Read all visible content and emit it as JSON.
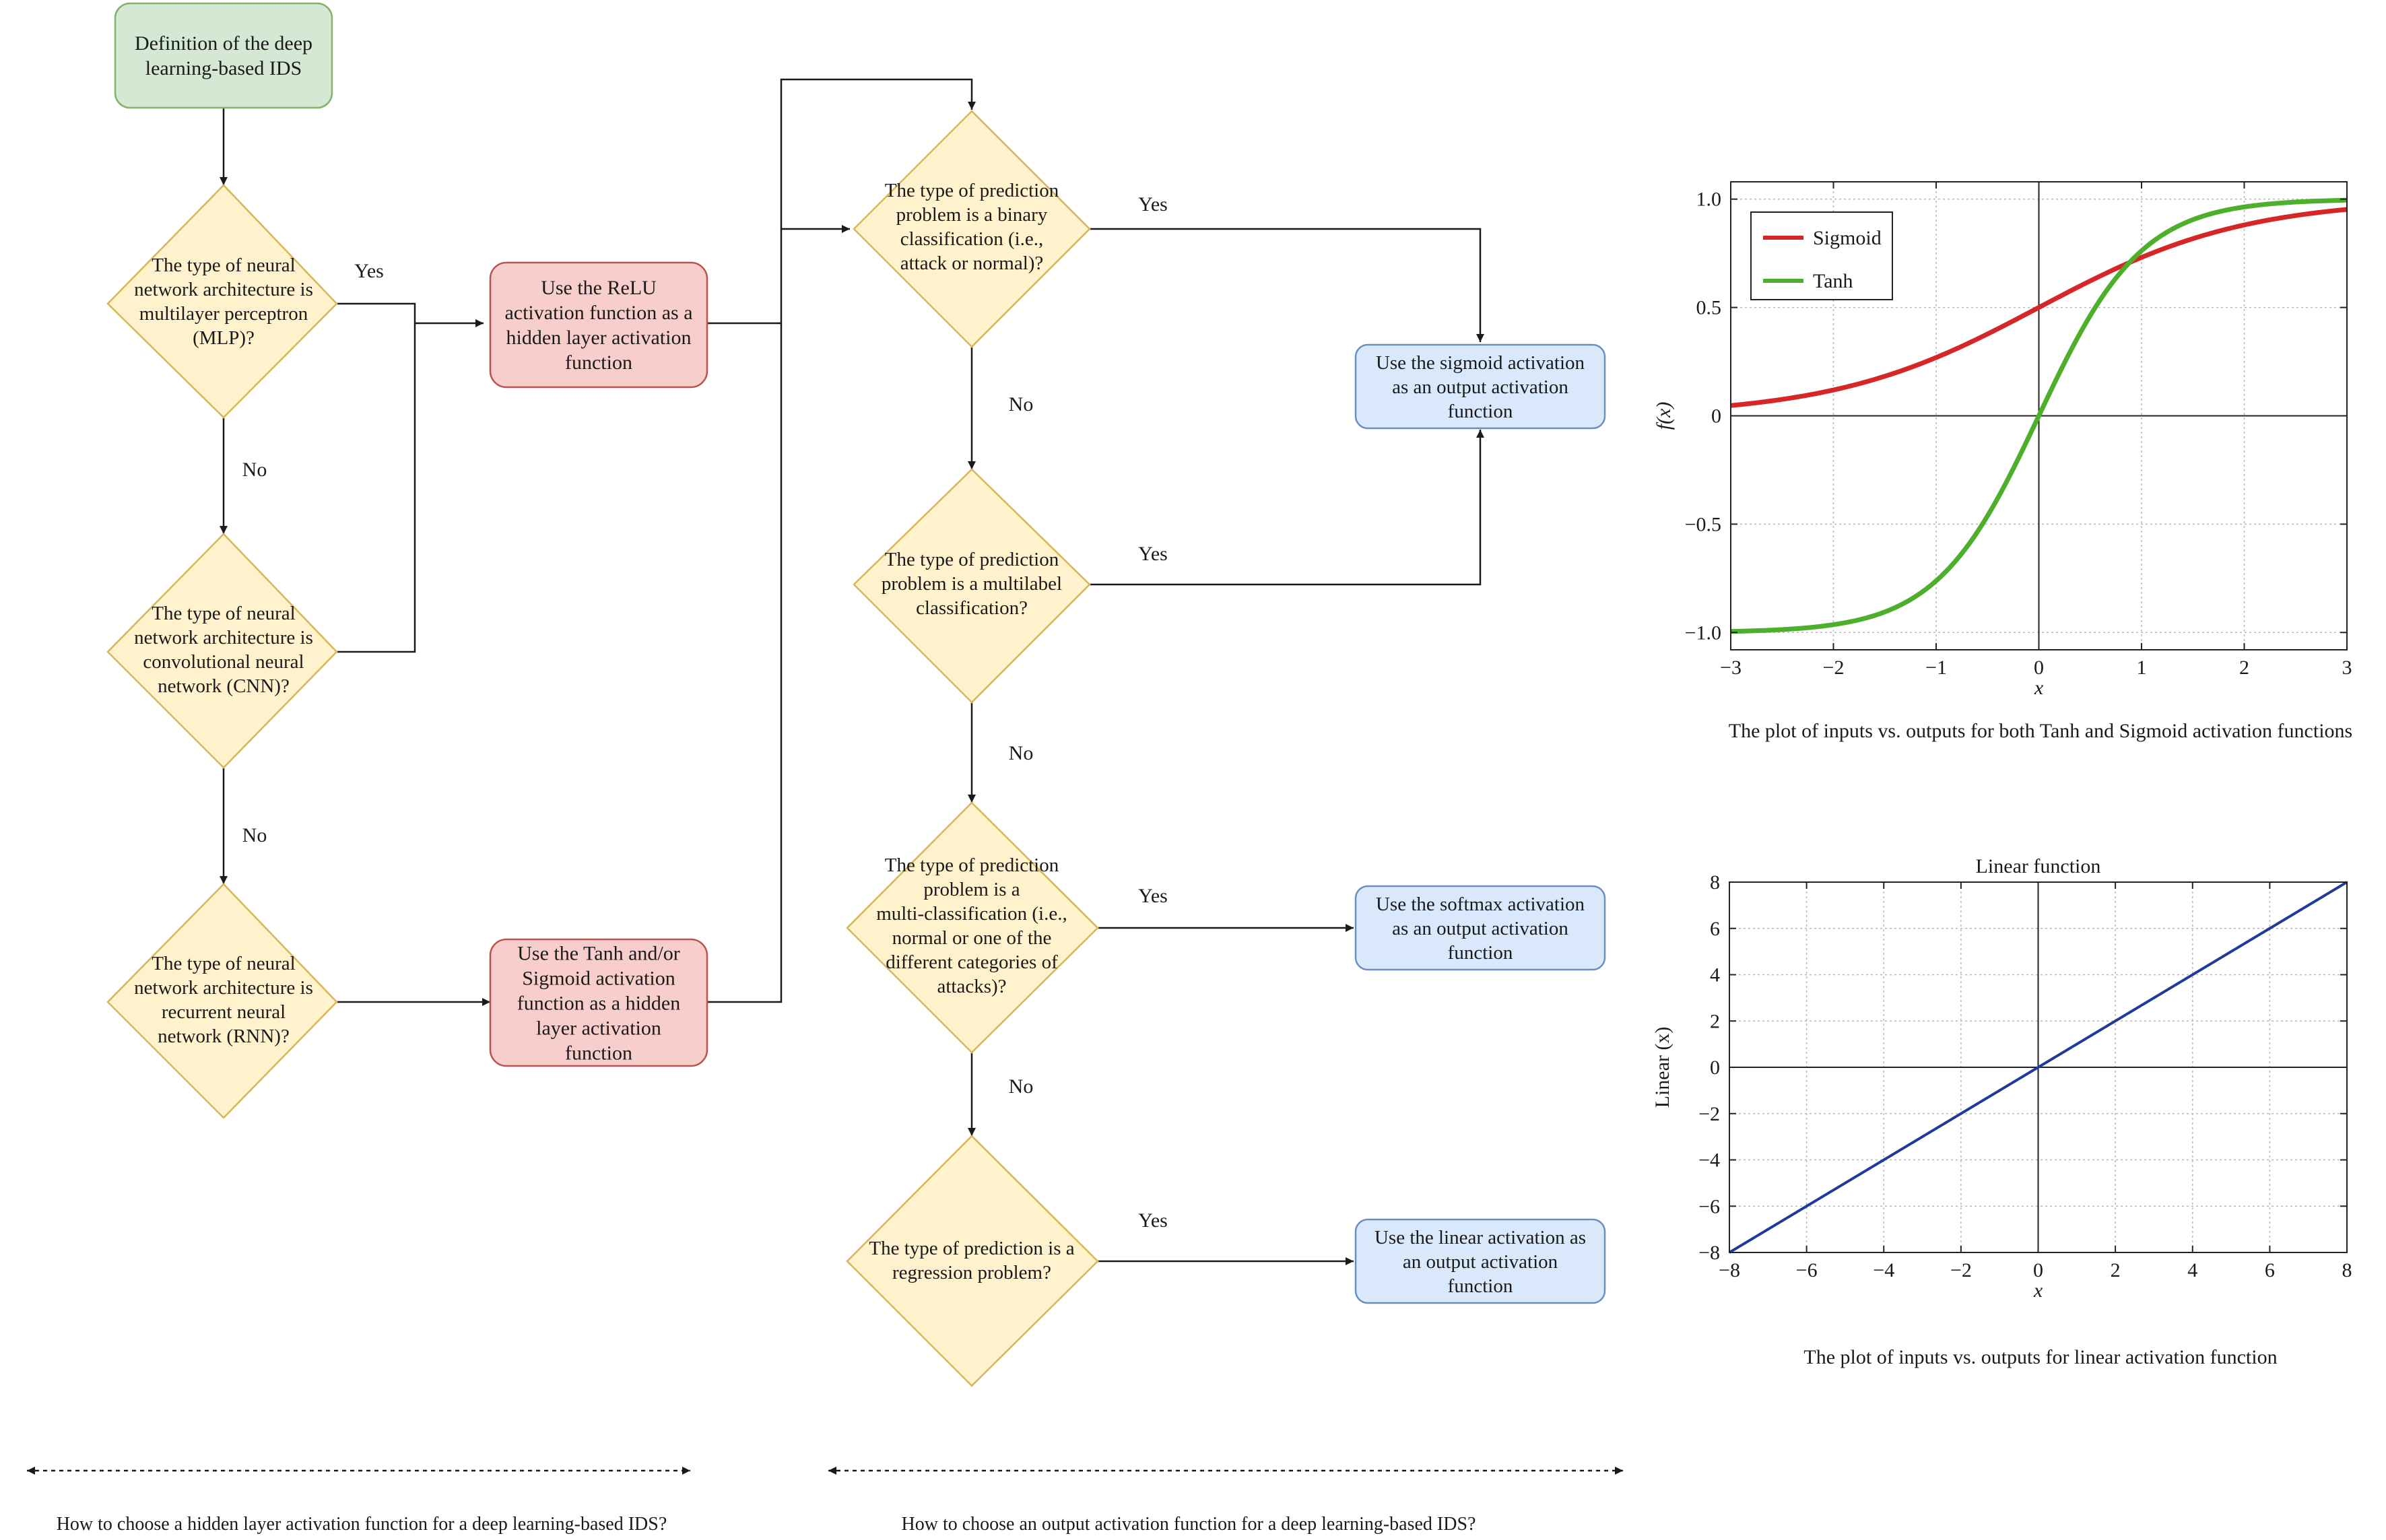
{
  "nodes": {
    "start": "Definition of the deep learning-based IDS",
    "q_mlp": "The type of neural network architecture is multilayer perceptron (MLP)?",
    "q_cnn": "The type of neural network architecture is convolutional neural network (CNN)?",
    "q_rnn": "The type of neural network architecture is recurrent neural network (RNN)?",
    "relu": "Use the ReLU activation function as a hidden layer activation function",
    "tanh_sig": "Use the Tanh and/or Sigmoid activation function as a hidden layer activation function",
    "q_binary": "The type of prediction problem is a binary classification (i.e., attack or normal)?",
    "q_multilabel": "The type of prediction problem is a multilabel classification?",
    "q_multiclass": "The type of prediction problem is a multi-classification (i.e., normal or one of the different categories of attacks)?",
    "q_regression": "The type of prediction is a regression problem?",
    "out_sigmoid": "Use the sigmoid activation as an output activation function",
    "out_softmax": "Use the softmax activation as an output activation function",
    "out_linear": "Use the linear activation as an output activation function"
  },
  "labels": {
    "yes": "Yes",
    "no": "No"
  },
  "sections": {
    "hidden": "How to choose a hidden layer activation function for a deep learning-based IDS?",
    "output": "How to choose an output activation function for a deep learning-based IDS?"
  },
  "colors": {
    "start_fill": "#d5e8d4",
    "start_stroke": "#82b366",
    "decision_fill": "#fff2cc",
    "decision_stroke": "#d6b656",
    "hidden_fill": "#f8cecc",
    "hidden_stroke": "#b85450",
    "output_fill": "#dae8fc",
    "output_stroke": "#6c8ebf",
    "sigmoid": "#d62728",
    "tanh": "#4daf2b",
    "linear": "#1f3c98"
  },
  "chart_data": [
    {
      "type": "line",
      "title": "",
      "caption": "The plot of inputs vs. outputs for both Tanh and Sigmoid activation functions",
      "xlabel": "x",
      "ylabel": "f(x)",
      "xlim": [
        -3,
        3
      ],
      "ylim": [
        -1.08,
        1.08
      ],
      "x_ticks": [
        "−3",
        "−2",
        "−1",
        "0",
        "1",
        "2",
        "3"
      ],
      "y_ticks": [
        "−1.0",
        "−0.5",
        "0",
        "0.5",
        "1.0"
      ],
      "grid": true,
      "legend_position": "top-left",
      "series": [
        {
          "name": "Sigmoid",
          "function": "sigmoid",
          "color": "#d62728"
        },
        {
          "name": "Tanh",
          "function": "tanh",
          "color": "#4daf2b"
        }
      ]
    },
    {
      "type": "line",
      "title": "Linear function",
      "caption": "The plot of inputs vs. outputs for linear activation function",
      "xlabel": "x",
      "ylabel": "Linear (x)",
      "xlim": [
        -8,
        8
      ],
      "ylim": [
        -8,
        8
      ],
      "x_ticks": [
        "−8",
        "−6",
        "−4",
        "−2",
        "0",
        "2",
        "4",
        "6",
        "8"
      ],
      "y_ticks": [
        "−8",
        "−6",
        "−4",
        "−2",
        "0",
        "2",
        "4",
        "6",
        "8"
      ],
      "grid": true,
      "series": [
        {
          "function": "linear",
          "x": [
            -8,
            8
          ],
          "y": [
            -8,
            8
          ],
          "color": "#1f3c98"
        }
      ]
    }
  ]
}
